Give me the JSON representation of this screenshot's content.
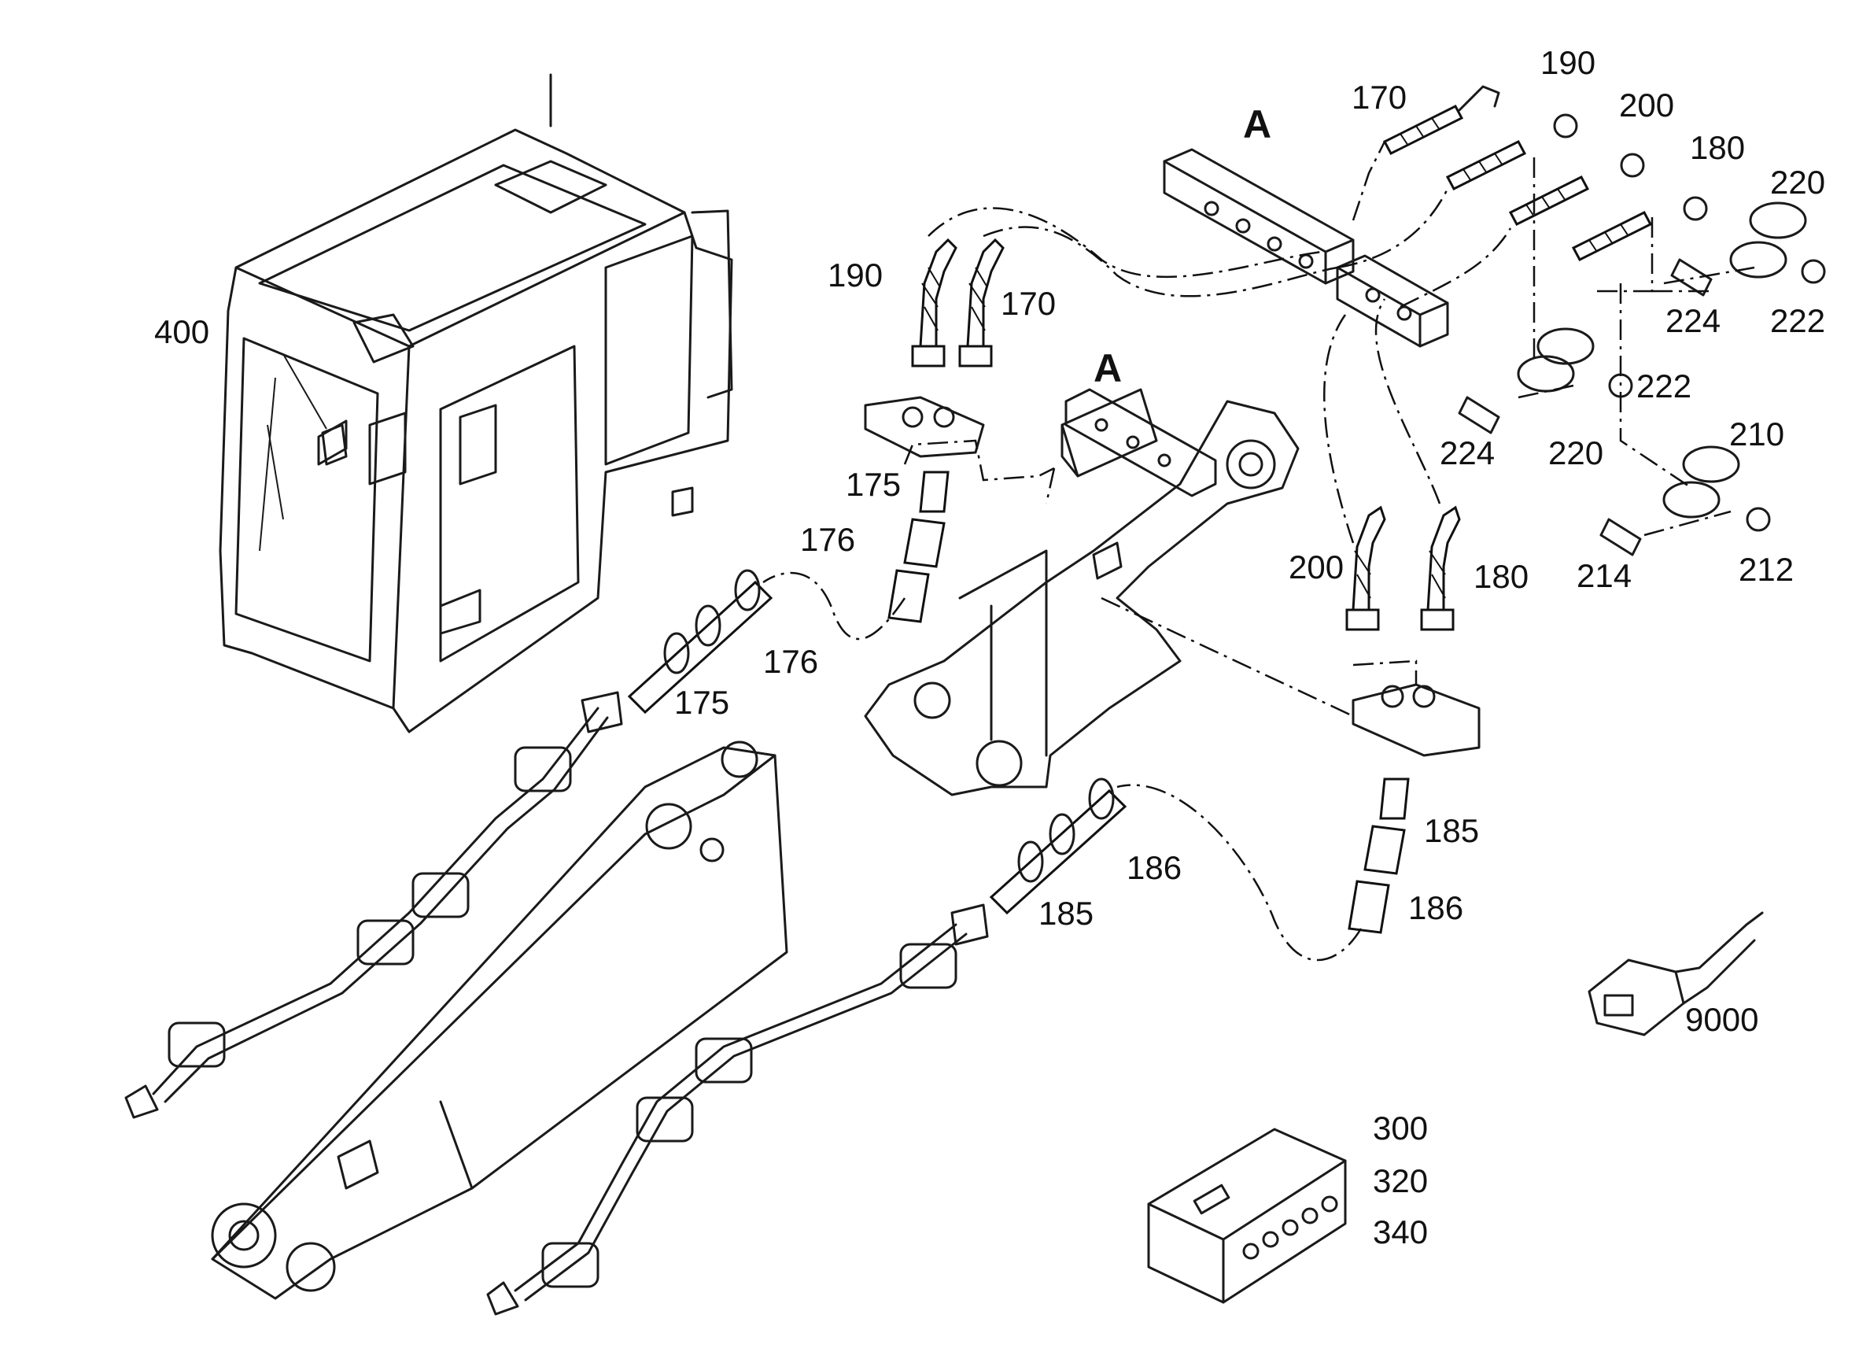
{
  "sections": [
    "A",
    "A"
  ],
  "callouts": {
    "c400": "400",
    "c190_top": "190",
    "c170_top": "170",
    "c200_top": "200",
    "c180_top": "180",
    "c220_top": "220",
    "c224_top": "224",
    "c222_top": "222",
    "c190_mid": "190",
    "c170_mid": "170",
    "c222_mid": "222",
    "c224_mid": "224",
    "c220_mid": "220",
    "c210": "210",
    "c214": "214",
    "c212": "212",
    "c175_upper": "175",
    "c176_upper": "176",
    "c176_lower": "176",
    "c175_lower": "175",
    "c200_mid": "200",
    "c180_mid": "180",
    "c185_right": "185",
    "c186_right": "186",
    "c186_left": "186",
    "c185_left": "185",
    "c9000": "9000",
    "c300": "300",
    "c320": "320",
    "c340": "340"
  }
}
